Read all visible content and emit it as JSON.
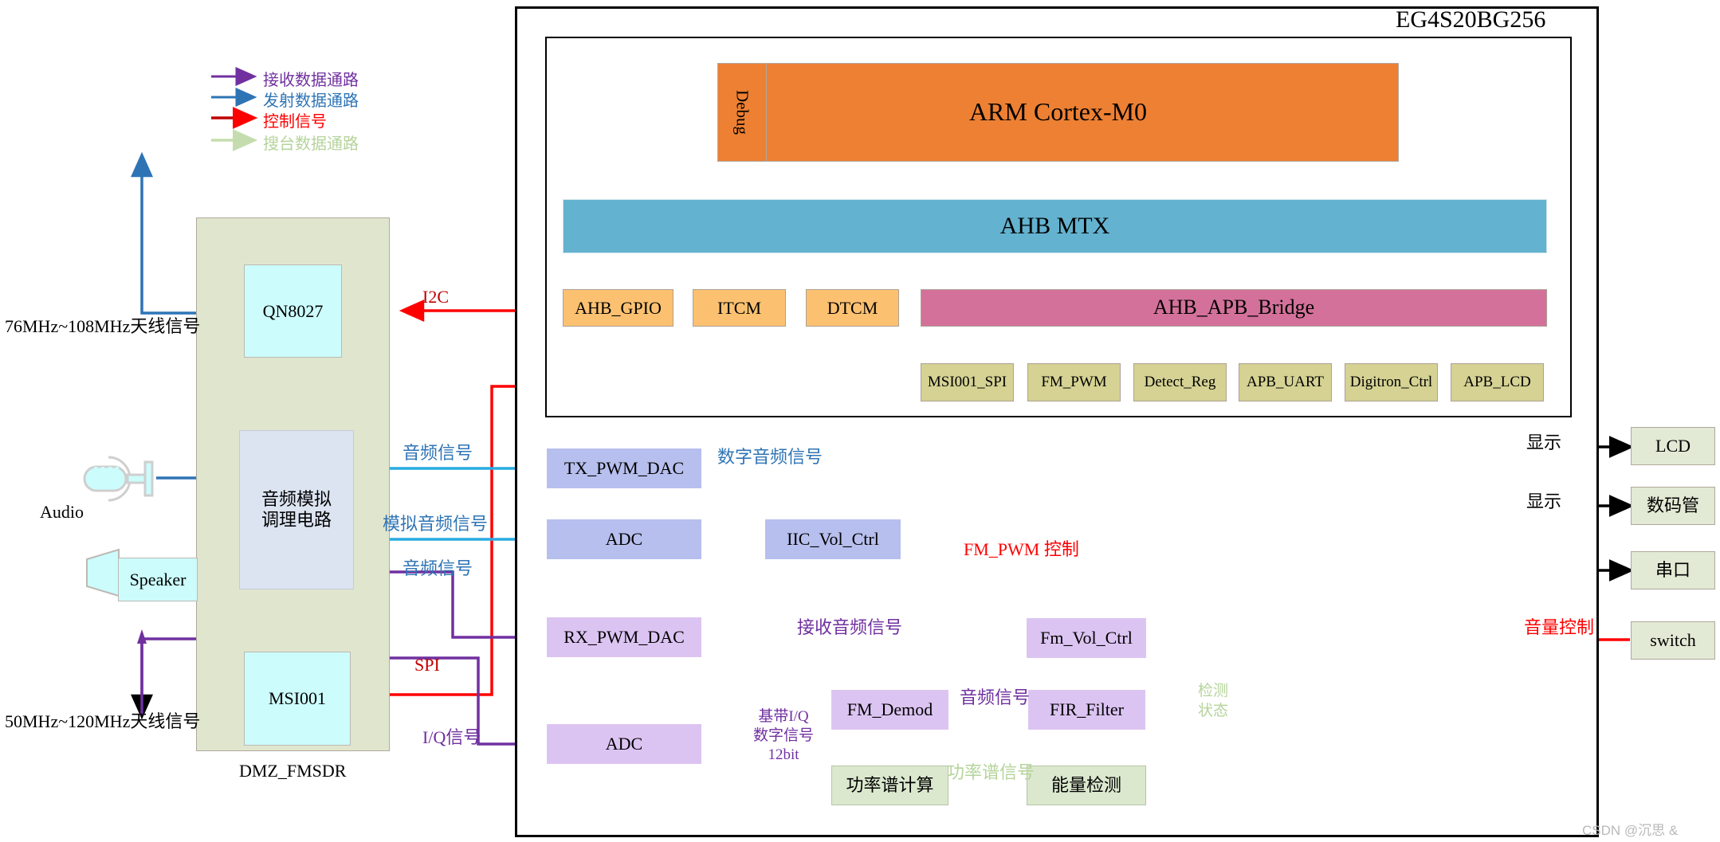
{
  "diagram": {
    "title": "EG4S20BG256",
    "watermark": "CSDN @沉思 &"
  },
  "legend": {
    "items": [
      {
        "label": "接收数据通路",
        "color": "#7030A0",
        "name": "receive-data-path"
      },
      {
        "label": "发射数据通路",
        "color": "#2E74B5",
        "name": "transmit-data-path"
      },
      {
        "label": "控制信号",
        "color": "#C00000",
        "name": "control-signal"
      },
      {
        "label": "搜台数据通路",
        "color": "#B5D49B",
        "name": "scan-data-path"
      }
    ]
  },
  "soc": {
    "cpu": "ARM Cortex-M0",
    "debug": "Debug",
    "bus_matrix": "AHB MTX",
    "ahb_blocks": [
      {
        "label": "AHB_GPIO"
      },
      {
        "label": "ITCM"
      },
      {
        "label": "DTCM"
      }
    ],
    "bridge": "AHB_APB_Bridge",
    "apb_blocks": [
      {
        "label": "MSI001_SPI"
      },
      {
        "label": "FM_PWM"
      },
      {
        "label": "Detect_Reg"
      },
      {
        "label": "APB_UART"
      },
      {
        "label": "Digitron_Ctrl"
      },
      {
        "label": "APB_LCD"
      }
    ]
  },
  "fpga_logic": {
    "tx_pwm_dac": "TX_PWM_DAC",
    "adc_tx": "ADC",
    "iic_vol_ctrl": "IIC_Vol_Ctrl",
    "rx_pwm_dac": "RX_PWM_DAC",
    "adc_rx": "ADC",
    "fm_demod": "FM_Demod",
    "fir_filter": "FIR_Filter",
    "fm_vol_ctrl": "Fm_Vol_Ctrl",
    "power_spectrum": "功率谱计算",
    "energy_detect": "能量检测"
  },
  "sdr": {
    "group_label": "DMZ_FMSDR",
    "qn8027": "QN8027",
    "msi001": "MSI001",
    "audio_conditioning": "音频模拟\n调理电路",
    "speaker": "Speaker",
    "audio_label": "Audio",
    "antenna_tx": "76MHz~108MHz天线信号",
    "antenna_rx": "50MHz~120MHz天线信号"
  },
  "peripherals": [
    {
      "label": "LCD"
    },
    {
      "label": "数码管"
    },
    {
      "label": "串口"
    },
    {
      "label": "switch"
    }
  ],
  "signal_labels": {
    "i2c": "I2C",
    "spi": "SPI",
    "audio_signal_tx": "音频信号",
    "analog_audio_signal": "模拟音频信号",
    "audio_signal_rx": "音频信号",
    "digital_audio_signal": "数字音频信号",
    "received_audio_signal": "接收音频信号",
    "audio_signal_demod": "音频信号",
    "iq_signal": "I/Q信号",
    "baseband_iq": "基带I/Q\n数字信号\n12bit",
    "power_spectrum_signal": "功率谱信号",
    "fm_pwm_ctrl": "FM_PWM 控制",
    "detect_status": "检测\n状态",
    "volume_ctrl": "音量控制",
    "display_lcd": "显示",
    "display_digitron": "显示"
  }
}
